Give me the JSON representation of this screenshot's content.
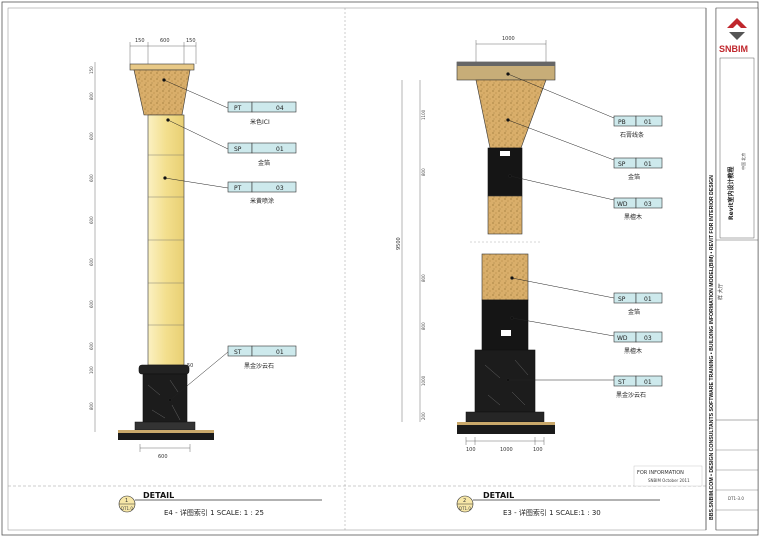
{
  "sidebar": {
    "company_logo_text": "SNBIM",
    "vertical_title": "BBS.SNBIM.COM • DESIGN CONSULTANTS  SOFTWARE TRAINING  • BUILDING INFORMATION MODEL(BIM)  • REVIT FOR INTERIOR DESIGN",
    "course_title": "Revit室内设计教程",
    "course_sub": "中国 北京",
    "project_name": "样 大厅",
    "sheet_number": "DT1-3.0"
  },
  "left_detail": {
    "marker_number": "1",
    "marker_sheet": "DT1.0",
    "title": "DETAIL",
    "caption": "E4 - 详图索引 1 SCALE: 1 : 25",
    "top_dims": [
      "150",
      "600",
      "150"
    ],
    "bottom_dim": "600",
    "side_dims": [
      "150",
      "800",
      "600",
      "600",
      "600",
      "600",
      "600",
      "600",
      "100",
      "800"
    ],
    "small_dim": "50",
    "tags": [
      {
        "code": "PT",
        "num": "04",
        "label": "米色ICI"
      },
      {
        "code": "SP",
        "num": "01",
        "label": "金箔"
      },
      {
        "code": "PT",
        "num": "03",
        "label": "米黄喷涂"
      },
      {
        "code": "ST",
        "num": "01",
        "label": "黑金沙云石"
      }
    ]
  },
  "right_detail": {
    "marker_number": "2",
    "marker_sheet": "DT1.0",
    "title": "DETAIL",
    "caption": "E3 - 详图索引 1 SCALE:1 : 30",
    "top_dim": "1000",
    "overall_dim": "9500",
    "bottom_dims": [
      "100",
      "1000",
      "100"
    ],
    "side_dims": [
      "1100",
      "800",
      "800",
      "800",
      "1000",
      "200"
    ],
    "tags": [
      {
        "code": "PB",
        "num": "01",
        "label": "石膏线条"
      },
      {
        "code": "SP",
        "num": "01",
        "label": "金箔"
      },
      {
        "code": "WD",
        "num": "03",
        "label": "黑檀木"
      },
      {
        "code": "SP",
        "num": "01",
        "label": "金箔"
      },
      {
        "code": "WD",
        "num": "03",
        "label": "黑檀木"
      },
      {
        "code": "ST",
        "num": "01",
        "label": "黑金沙云石"
      }
    ]
  },
  "footer": {
    "info_label": "FOR INFORMATION",
    "info_sub": "SNBIM  October  2011"
  },
  "colors": {
    "cream": "#f6e6a0",
    "sand": "#d9ae6a",
    "black_marble": "#1c1c1c",
    "tag_fill": "#cde9ec",
    "logo_red": "#c0272d"
  }
}
